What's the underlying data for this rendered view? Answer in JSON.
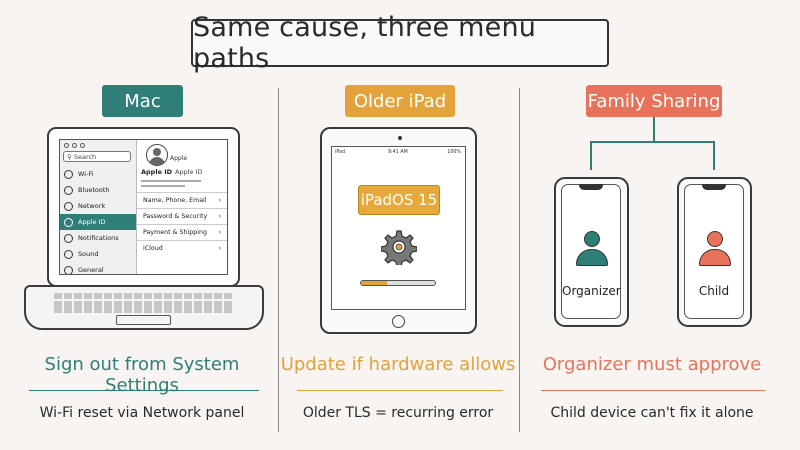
{
  "title": "Same cause, three menu paths",
  "colors": {
    "mac": "#2f7f78",
    "ipad": "#e3a23a",
    "family": "#e9735a",
    "background": "#f7f4f1"
  },
  "columns": {
    "mac": {
      "label": "Mac",
      "caption": "Sign out from System Settings",
      "note": "Wi-Fi reset via Network panel",
      "screen": {
        "search_placeholder": "Search",
        "sidebar": [
          {
            "label": "Wi-Fi",
            "icon": "wifi-icon",
            "active": false
          },
          {
            "label": "Bluetooth",
            "icon": "bluetooth-icon",
            "active": false
          },
          {
            "label": "Network",
            "icon": "globe-icon",
            "active": false
          },
          {
            "label": "Apple ID",
            "icon": "person-icon",
            "active": true
          },
          {
            "label": "Notifications",
            "icon": "bell-icon",
            "active": false
          },
          {
            "label": "Sound",
            "icon": "speaker-icon",
            "active": false
          },
          {
            "label": "General",
            "icon": "gear-icon",
            "active": false
          }
        ],
        "account_name": "Apple",
        "apple_id_label": "Apple ID",
        "apple_id_value": "Apple ID",
        "rows": [
          {
            "label": "Name, Phone, Email"
          },
          {
            "label": "Password & Security"
          },
          {
            "label": "Payment & Shipping"
          },
          {
            "label": "iCloud"
          }
        ]
      }
    },
    "ipad": {
      "label": "Older iPad",
      "caption": "Update if hardware allows",
      "note": "Older TLS = recurring error",
      "screen": {
        "status_left": "iPad",
        "status_time": "9:41 AM",
        "status_right": "100%",
        "os_label": "iPadOS 15",
        "icon": "gear-icon",
        "progress": 0.35
      }
    },
    "family": {
      "label": "Family Sharing",
      "caption": "Organizer must approve",
      "note": "Child device can't fix it alone",
      "organizer_label": "Organizer",
      "child_label": "Child"
    }
  }
}
